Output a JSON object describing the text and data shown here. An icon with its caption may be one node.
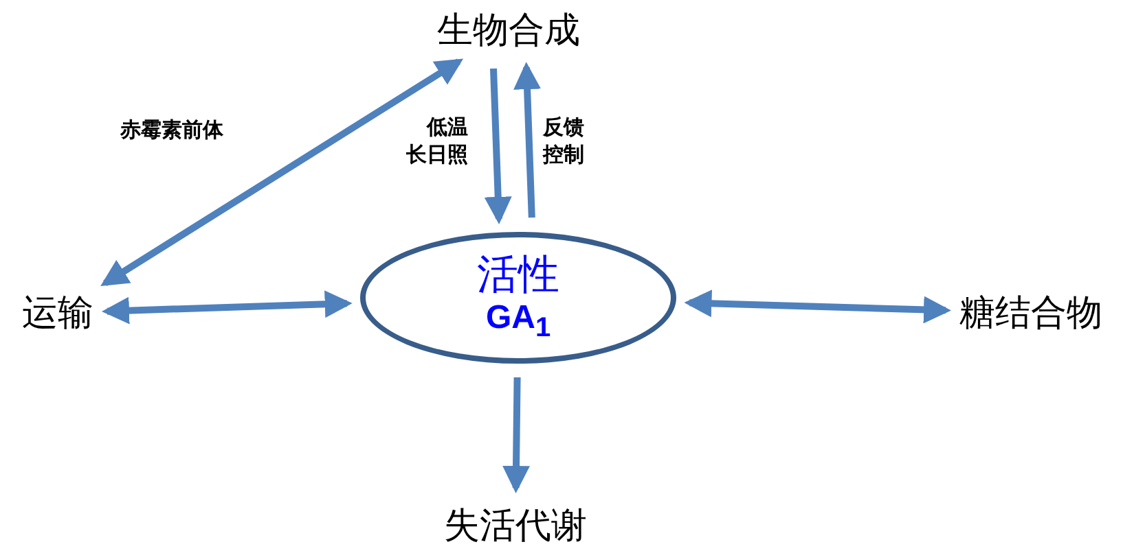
{
  "diagram": {
    "nodes": [
      {
        "text": [
          "生物合成"
        ]
      },
      {
        "text": [
          "运输"
        ]
      },
      {
        "text": [
          "活性",
          "GA$_{1}$"
        ]
      },
      {
        "text": [
          "糖结合物"
        ]
      },
      {
        "text": [
          "失活代谢"
        ]
      }
    ],
    "edges": [
      {
        "from": 1,
        "to": 0,
        "arrow": "both",
        "label": "赤霉素前体"
      },
      {
        "from": 0,
        "to": 2,
        "arrow": "to",
        "label": "低温长日照"
      },
      {
        "from": 2,
        "to": 0,
        "arrow": "to",
        "label": "反馈控制"
      },
      {
        "from": 1,
        "to": 2,
        "arrow": "both"
      },
      {
        "from": 2,
        "to": 3,
        "arrow": "both"
      },
      {
        "from": 2,
        "to": 4,
        "arrow": "to"
      }
    ]
  }
}
